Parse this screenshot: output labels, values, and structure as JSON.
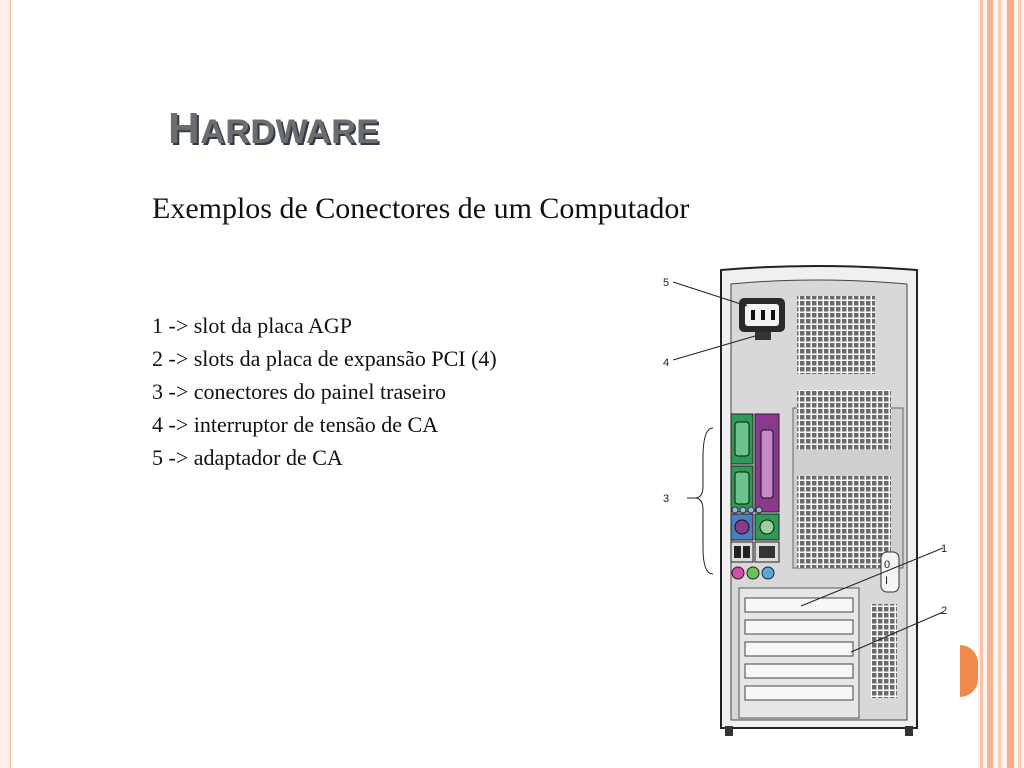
{
  "slide": {
    "title_initial": "H",
    "title_rest": "ARDWARE",
    "subtitle": "Exemplos de Conectores de um Computador",
    "items": [
      "1 -> slot da placa AGP",
      "2 -> slots da placa de expansão PCI (4)",
      "3 -> conectores do painel traseiro",
      "4 -> interruptor de tensão de CA",
      "5 -> adaptador de CA"
    ]
  },
  "figure": {
    "callouts": [
      "1",
      "2",
      "3",
      "4",
      "5"
    ],
    "switch_marks": [
      "0",
      "I"
    ]
  },
  "colors": {
    "accent": "#f08a4b",
    "title": "#6d6d6d",
    "port_green": "#2f9a58",
    "port_purple": "#8a3a8c",
    "port_blue": "#4a7fc2"
  }
}
